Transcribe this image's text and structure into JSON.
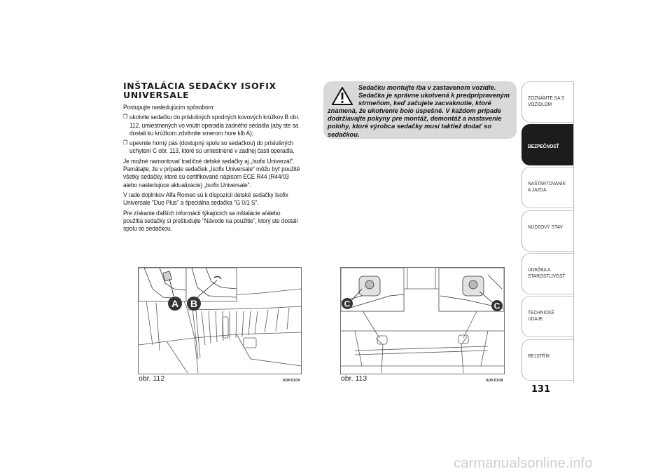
{
  "section": {
    "heading": "INŠTALÁCIA SEDAČKY ISOFIX UNIVERSALE",
    "intro": "Postupujte nasledujúcim spôsobom:",
    "bullets": [
      "ukotvite sedačku do príslušných spodných kovových krúžkov B obr. 112, umiestnených vo vnútri operadla zadného sedadla (aby ste sa dostali ku krúžkom zdvihnite smerom hore klb A);",
      "upevnite horný pás (dostupný spolu so sedačkou) do príslušných uchytení C obr. 113, ktoré sú umiestnené v zadnej časti operadla."
    ],
    "paragraphs": [
      "Je možné namontovať tradičné detské sedačky aj „Isofix Univerzál\". Pamätajte, že v prípade sedačiek „Isofix Universale\" môžu byť použité všetky sedačky, ktoré sú certifikované nápisom ECE R44 (R44/03 alebo nasledujúce aktualizácie) „Isofix Universale\".",
      "V rade doplnkov Alfa Romeo sú k dispozícii detské sedačky Isofix Universale \"Duo Plus\" a špeciálna sedačka \"G 0/1 S\".",
      "Pre získanie ďalších informácií týkajúcich sa inštalácie a/alebo použitia sedačky si preštudujte \"Návode na použitie\", ktorý ste dostali spolu so sedačkou."
    ]
  },
  "warning": {
    "icon": "warning-triangle-icon",
    "text": "Sedačku montujte iba v zastavenom vozidle. Sedačka je správne ukotvená k predpripraveným strmeňom, keď začujete zacvaknutie, ktoré znamená, že ukotvenie bolo úspešné. V každom prípade dodržiavajte pokyny pre montáž, demontáž a nastavenie polohy, ktoré výrobca sedačky musí taktiež dodať so sedačkou."
  },
  "figures": [
    {
      "caption": "obr. 112",
      "code": "A0K0109",
      "labels": [
        "A",
        "B"
      ]
    },
    {
      "caption": "obr. 113",
      "code": "A0K0108",
      "labels": [
        "C",
        "C"
      ]
    }
  ],
  "tabs": [
    {
      "label": "ZOZNÁMTE SA S VOZIDLOM",
      "active": false
    },
    {
      "label": "BEZPEČNOSŤ",
      "active": true
    },
    {
      "label": "NAŠTARTOVANIE A JAZDA",
      "active": false
    },
    {
      "label": "NÚDZOVÝ STAV",
      "active": false
    },
    {
      "label": "ÚDRŽBA A STAROSTLIVOSŤ",
      "active": false
    },
    {
      "label": "TECHNICKÉ ÚDAJE",
      "active": false
    },
    {
      "label": "REJSTŘÍK",
      "active": false
    }
  ],
  "page_number": "131",
  "watermark": "carmanualsonline.info",
  "colors": {
    "active_tab": "#1c1c1c",
    "warning_bg": "#d9d9d9",
    "callout": "#333333"
  }
}
